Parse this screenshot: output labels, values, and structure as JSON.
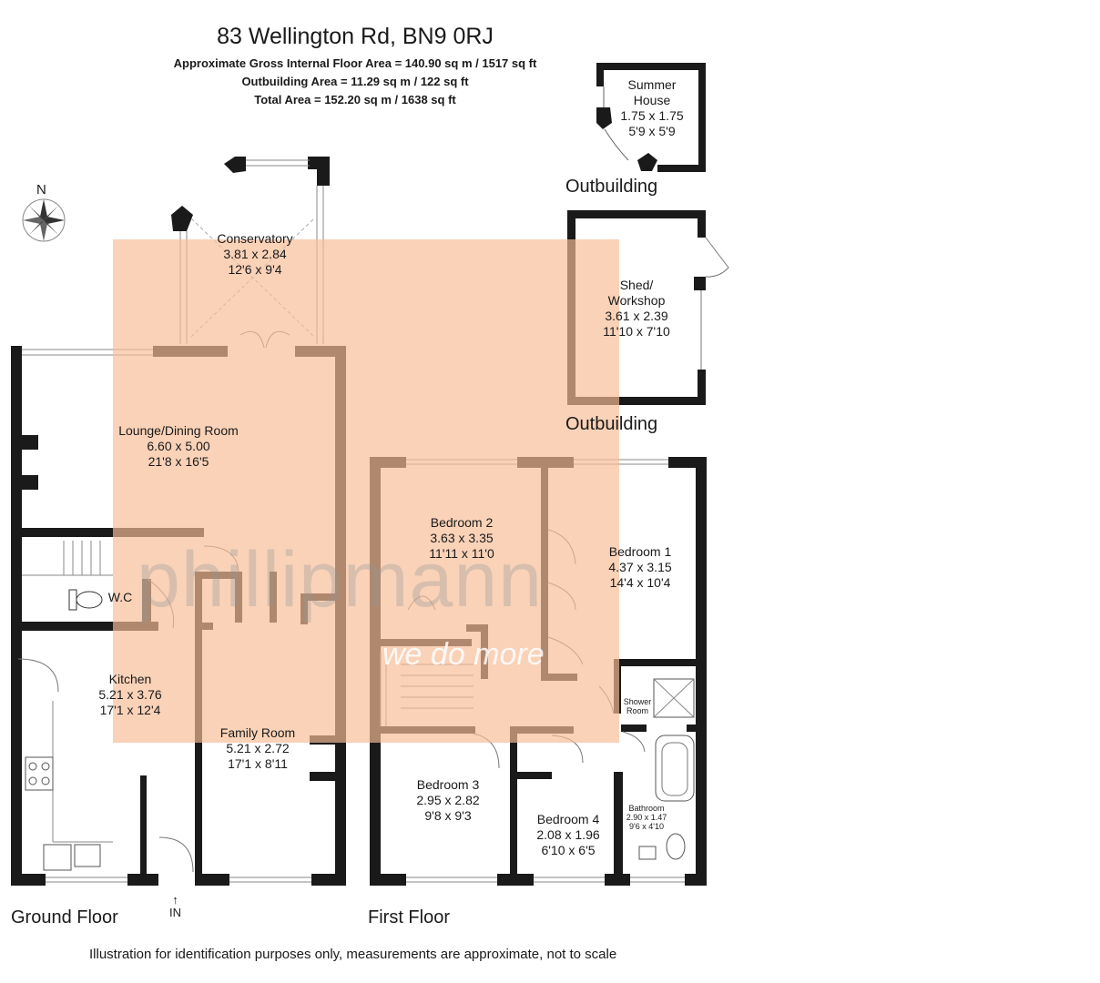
{
  "header": {
    "address": "83 Wellington Rd, BN9 0RJ",
    "gross_area": "Approximate Gross Internal Floor Area = 140.90 sq m / 1517 sq ft",
    "outbuilding_area": "Outbuilding Area = 11.29 sq m / 122 sq ft",
    "total_area": "Total Area = 152.20 sq m / 1638 sq ft"
  },
  "compass": {
    "label": "N",
    "icon": "compass-rose-icon"
  },
  "rooms": {
    "conservatory": {
      "name": "Conservatory",
      "metric": "3.81 x 2.84",
      "imperial": "12'6 x 9'4"
    },
    "lounge": {
      "name": "Lounge/Dining Room",
      "metric": "6.60 x 5.00",
      "imperial": "21'8 x 16'5"
    },
    "wc": {
      "name": "W.C"
    },
    "kitchen": {
      "name": "Kitchen",
      "metric": "5.21 x 3.76",
      "imperial": "17'1 x 12'4"
    },
    "family": {
      "name": "Family Room",
      "metric": "5.21 x 2.72",
      "imperial": "17'1 x 8'11"
    },
    "bedroom2": {
      "name": "Bedroom 2",
      "metric": "3.63 x 3.35",
      "imperial": "11'11 x 11'0"
    },
    "bedroom1": {
      "name": "Bedroom 1",
      "metric": "4.37 x 3.15",
      "imperial": "14'4 x 10'4"
    },
    "shower": {
      "name_line1": "Shower",
      "name_line2": "Room"
    },
    "bedroom3": {
      "name": "Bedroom 3",
      "metric": "2.95 x 2.82",
      "imperial": "9'8 x 9'3"
    },
    "bedroom4": {
      "name": "Bedroom 4",
      "metric": "2.08 x 1.96",
      "imperial": "6'10 x 6'5"
    },
    "bathroom": {
      "name": "Bathroom",
      "metric": "2.90 x 1.47",
      "imperial": "9'6 x 4'10"
    },
    "summer_house": {
      "name_line1": "Summer",
      "name_line2": "House",
      "metric": "1.75 x 1.75",
      "imperial": "5'9 x 5'9"
    },
    "shed": {
      "name_line1": "Shed/",
      "name_line2": "Workshop",
      "metric": "3.61 x 2.39",
      "imperial": "11'10 x 7'10"
    }
  },
  "labels": {
    "ground_floor": "Ground Floor",
    "first_floor": "First Floor",
    "outbuilding": "Outbuilding",
    "entrance": "IN"
  },
  "watermark": {
    "brand": "phillipmann",
    "tagline": "we do more"
  },
  "footer": "Illustration for identification purposes only, measurements are approximate, not to scale",
  "colors": {
    "wall": "#1a1a1a",
    "overlay": "#f6bc96",
    "watermark": "#9a9a9a"
  }
}
